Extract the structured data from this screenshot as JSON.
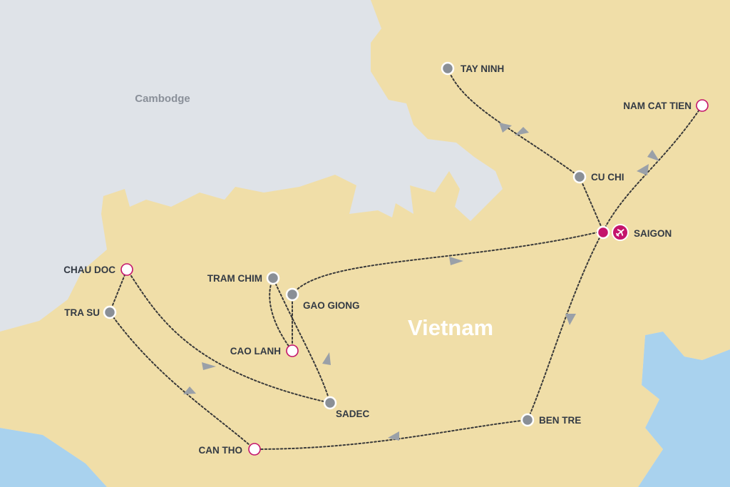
{
  "map": {
    "countries": {
      "cambodia": "Cambodge",
      "vietnam": "Vietnam"
    },
    "places": {
      "tay_ninh": "TAY NINH",
      "nam_cat_tien": "NAM CAT TIEN",
      "cu_chi": "CU CHI",
      "saigon": "SAIGON",
      "chau_doc": "CHAU DOC",
      "tra_su": "TRA SU",
      "tram_chim": "TRAM CHIM",
      "gao_giong": "GAO GIONG",
      "cao_lanh": "CAO LANH",
      "sadec": "SADEC",
      "ben_tre": "BEN TRE",
      "can_tho": "CAN THO"
    },
    "icons": {
      "saigon_airport": "airplane-icon",
      "stop_marker": "gray-dot",
      "overnight_marker": "open-circle"
    },
    "colors": {
      "land": "#f0dea8",
      "foreign_land": "#dfe3e8",
      "sea": "#a9d2ee",
      "accent": "#c4146c",
      "route": "#3a3a3a",
      "stop": "#8a8f96",
      "label": "#333a44"
    }
  }
}
